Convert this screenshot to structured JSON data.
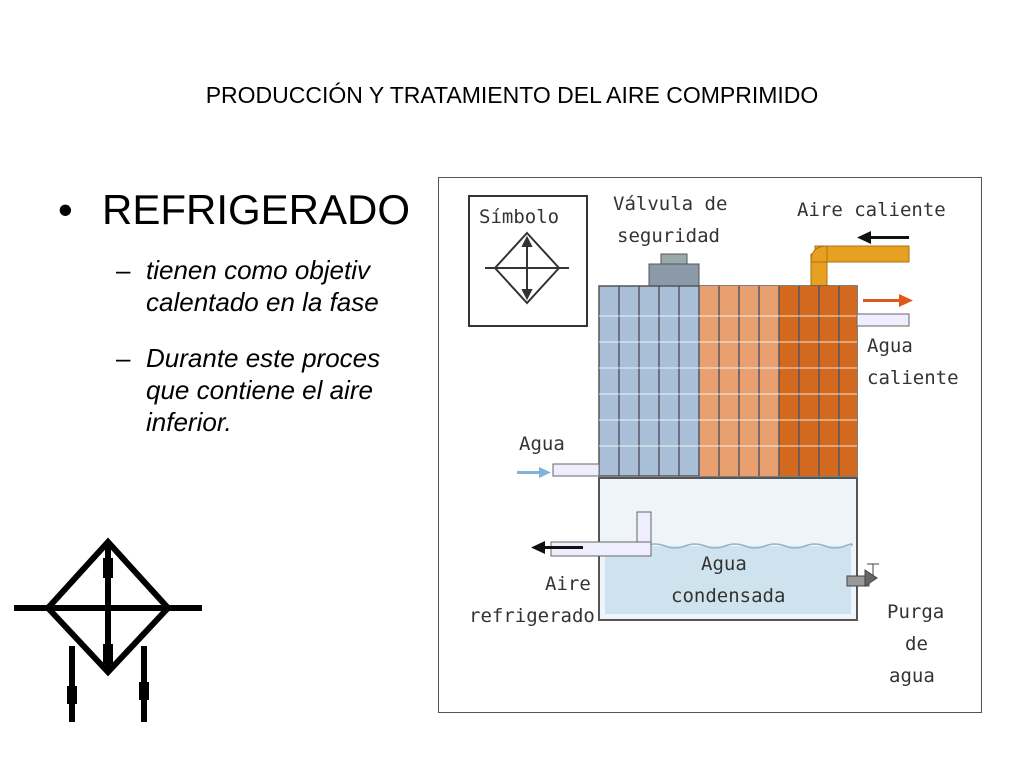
{
  "slide": {
    "title": "PRODUCCIÓN Y TRATAMIENTO DEL AIRE COMPRIMIDO",
    "bullet_mark": "•",
    "heading": "REFRIGERADO",
    "dash": "–",
    "sub1": {
      "line1": "tienen como objetiv",
      "line2": "calentado en la fase"
    },
    "sub2": {
      "line1": "Durante este proces",
      "line2": "que contiene el aire",
      "line3": "inferior."
    }
  },
  "figure": {
    "symbol_label": "Símbolo",
    "valve_label": {
      "line1": "Válvula de",
      "line2": "seguridad"
    },
    "hot_air_label": "Aire caliente",
    "hot_water_label": {
      "line1": "Agua",
      "line2": "caliente"
    },
    "water_in_label": "Agua",
    "cooled_air_label": {
      "line1": "Aire",
      "line2": "refrigerado"
    },
    "condensed_label": {
      "line1": "Agua",
      "line2": "condensada"
    },
    "purge_label": {
      "line1": "Purga",
      "line2": "de",
      "line3": "agua"
    }
  },
  "colors": {
    "copper": "#d2691e",
    "copper_light": "#e8a070",
    "tube_blue": "#a9bfd8",
    "tank_water": "#cfe3ee",
    "pipe_orange": "#e8a020",
    "arrow_red": "#e0581a",
    "arrow_blue": "#7fb3d8"
  }
}
